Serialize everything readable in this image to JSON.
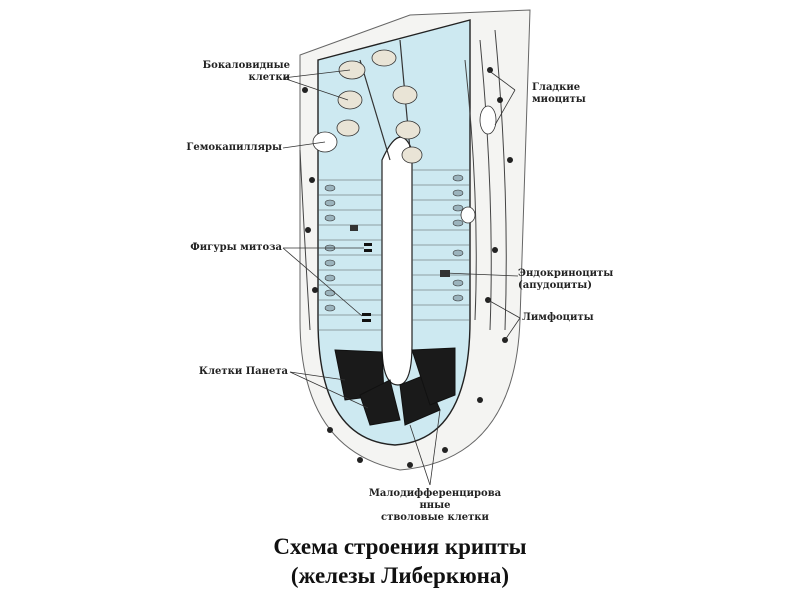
{
  "labels": {
    "goblet_line1": "Бокаловидные",
    "goblet_line2": "клетки",
    "hemocapillaries": "Гемокапилляры",
    "mitosis": "Фигуры митоза",
    "paneth": "Клетки Панета",
    "smooth_line1": "Гладкие",
    "smooth_line2": "миоциты",
    "endo_line1": "Эндокриноциты",
    "endo_line2": "(апудоциты)",
    "lymphocytes": "Лимфоциты",
    "stem_line1": "Малодифференцирова",
    "stem_line2": "нные",
    "stem_line3": "стволовые клетки"
  },
  "caption": {
    "line1": "Схема строения крипты",
    "line2": "(железы Либеркюна)"
  },
  "colors": {
    "epithelium": "#cde9f1",
    "lumen": "#ffffff",
    "outline": "#222222",
    "paneth_granules": "#1a1a1a"
  }
}
